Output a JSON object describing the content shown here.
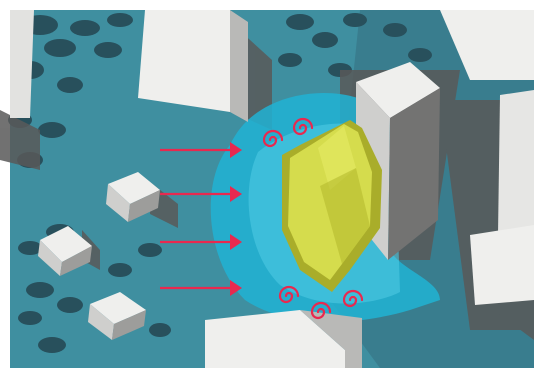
{
  "figure": {
    "kind": "wind-flow-site-diagram",
    "colors": {
      "ground": "#3f8fa0",
      "ground_dark": "#356f80",
      "tree": "#28505c",
      "wind_field": "#21b3d3",
      "wind_field_light": "#4fc9e2",
      "building_top": "#efefed",
      "building_side": "#b9b9b7",
      "building_shadow": "#595959",
      "focus_building": "#d5dc4d",
      "focus_building_dark": "#a9ad2a",
      "wind_arrow": "#e8294f",
      "vortex": "#e8294f"
    },
    "wind_arrow_count": 4,
    "vortex_count": 5,
    "icons": [
      "wind-arrow-icon",
      "vortex-swirl-icon"
    ]
  }
}
